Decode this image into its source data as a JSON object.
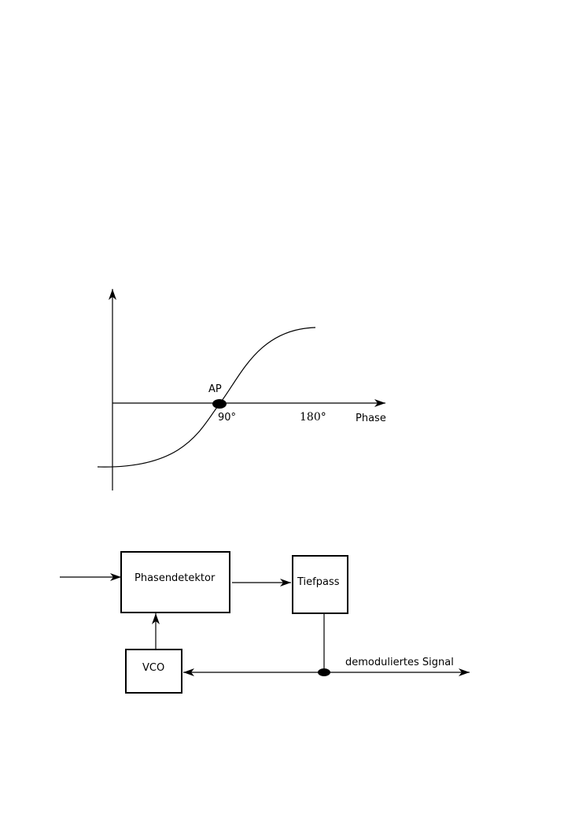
{
  "phase_chart": {
    "operating_point_label": "AP",
    "tick_90_label": "90°",
    "tick_180_label": "180°",
    "x_axis_label": "Phase"
  },
  "block_diagram": {
    "phase_detector_label": "Phasendetektor",
    "lowpass_label": "Tiefpass",
    "vco_label": "VCO",
    "output_label": "demoduliertes Signal"
  },
  "colors": {
    "stroke": "#000000",
    "background": "#ffffff"
  }
}
